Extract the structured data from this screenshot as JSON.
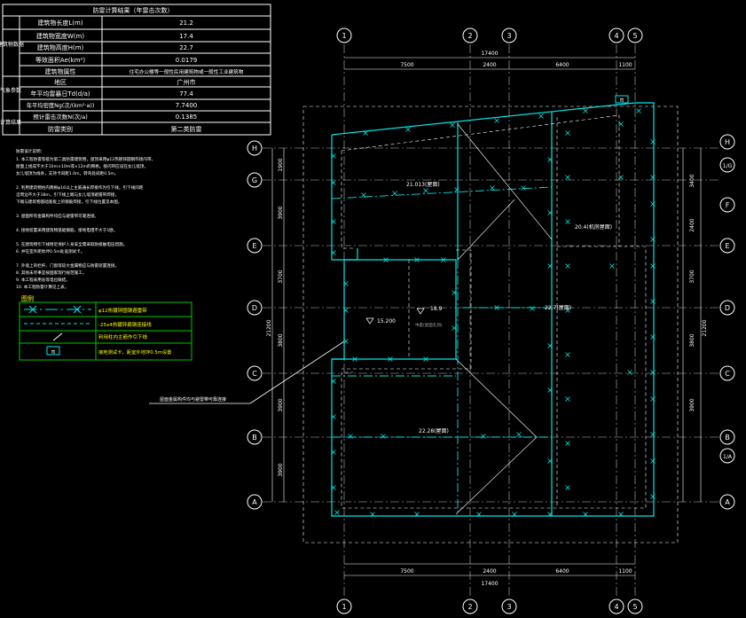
{
  "title_block": {
    "header": "防雷计算结果（年雷击次数）",
    "group1_label": "建筑物数据",
    "group2_label": "气象参数",
    "group3_label": "计算结果",
    "rows": [
      {
        "label": "建筑物长度L(m)",
        "value": "21.2"
      },
      {
        "label": "建筑物宽度W(m)",
        "value": "17.4"
      },
      {
        "label": "建筑物高度H(m)",
        "value": "22.7"
      },
      {
        "label": "等效面积Ae(km²)",
        "value": "0.0179"
      },
      {
        "label": "建筑物属性",
        "value": "住宅办公楼等一般性民用建筑物或一般性工业建筑物"
      },
      {
        "label": "地区",
        "value": "广州市"
      },
      {
        "label": "年平均雷暴日Td(d/a)",
        "value": "77.4"
      },
      {
        "label": "年平均密度Ng(次/(km²·a))",
        "value": "7.7400"
      },
      {
        "label": "预计雷击次数N(次/a)",
        "value": "0.1385"
      },
      {
        "label": "防雷类别",
        "value": "第二类防雷"
      }
    ]
  },
  "notes": [
    "防雷设计说明：",
    "1. 本工程防雷等级为第二类防雷建筑物，屋顶采用φ12热镀锌圆钢作接闪带，",
    "屋面上组成不大于10m×10m或×12m的网格，接闪带应设在女儿墙顶，",
    "女儿墙顶为线条，支持卡间距1.0m，转弯处间距0.5m。",
    "2. 利用建筑物柱内两根φ16以上主筋通长焊接作为引下线，引下线间距",
    "沿周边不大于18m，引下线上端与女儿墙顶避雷带焊接，",
    "下端与建筑物基础底板上的钢筋焊接，引下线位置见本图。",
    "3. 屋面所有金属构件均应与避雷带可靠连接。",
    "4. 接地装置采用建筑物基础钢筋，接地电阻不大于1欧。",
    "5. 在建筑物引下线附近保护人身安全需采取防接触电压措施。",
    "6. 并在室外距地坢0.5m处设测试卡。",
    "7. 外墙上的栏杆、门窗等较大金属物应与防雷装置连接。",
    "8. 其他未尽事宜按国家现行规范施工。",
    "9. 本工程采用总等电位联结。",
    "10. 本工程防雷计算见上表。"
  ],
  "legend": {
    "title": "图例",
    "items": [
      "φ12热镀锌圆钢避雷带",
      "-25x4热镀锌扁钢连接线",
      "利用柱内主筋作引下线",
      "接地测试卡，距室外地坢0.5m设置"
    ]
  },
  "callout": "屋面金属构件均与避雷带可靠连接",
  "grid": {
    "cols": [
      "1",
      "2",
      "3",
      "4",
      "5"
    ],
    "rows_left": [
      "H",
      "G",
      "E",
      "D",
      "C",
      "B",
      "A"
    ],
    "rows_right": [
      "H",
      "1/G",
      "F",
      "E",
      "D",
      "C",
      "B",
      "1/A",
      "A"
    ],
    "dims_top": [
      "7500",
      "2400",
      "6400",
      "1100"
    ],
    "dims_total": "17400",
    "dims_left": [
      "1900",
      "3900",
      "3700",
      "3800",
      "3900",
      "3900"
    ],
    "dims_left_total": "21200",
    "dims_right": [
      "3400",
      "2400",
      "3700",
      "3800",
      "3900"
    ],
    "dims_right_total": "21200"
  },
  "annotations": {
    "roof_top": "21.013(屋面)",
    "roof_right": "20.4(机房屋面)",
    "level_15": "15.200",
    "level_18": "18.9",
    "void_label": "中庭(屋面孔洞)",
    "roof_mid": "22.7(屋面)",
    "roof_bottom": "22.28(屋面)",
    "test_card": "π"
  }
}
